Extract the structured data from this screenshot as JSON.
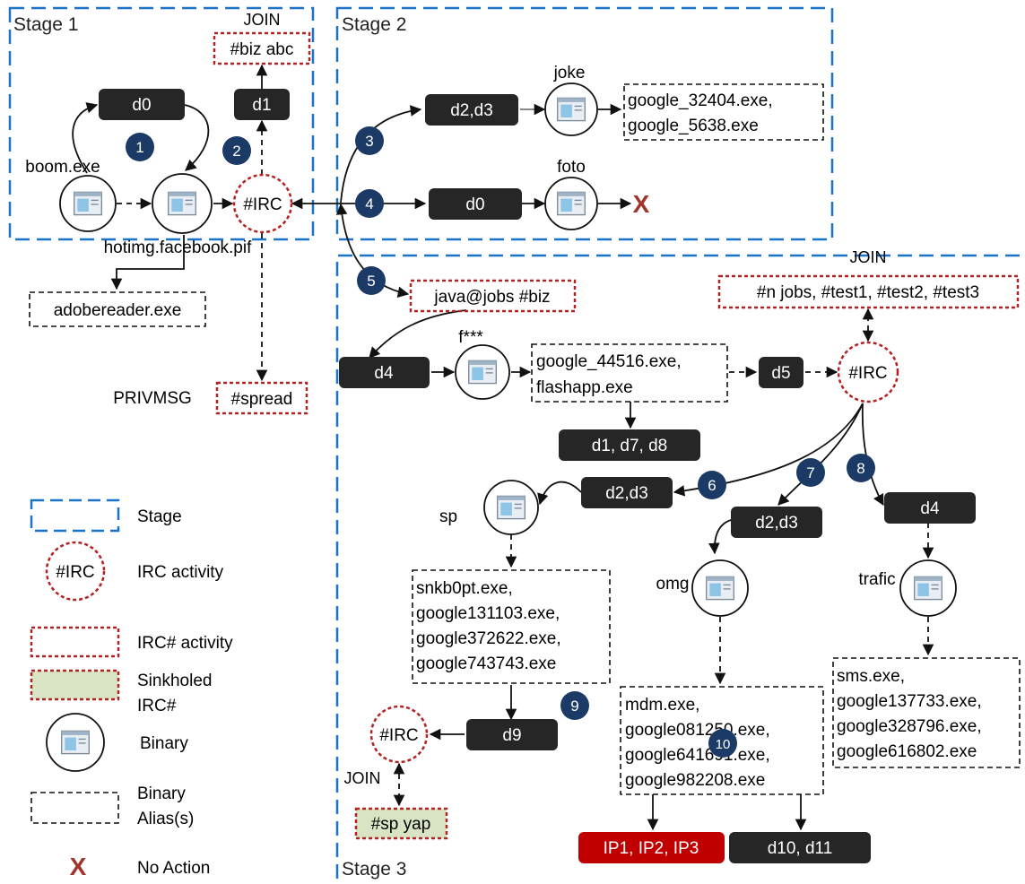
{
  "stages": {
    "stage1": "Stage 1",
    "stage2": "Stage 2",
    "stage3": "Stage 3"
  },
  "labels": {
    "join_a": "JOIN",
    "join_b": "JOIN",
    "join_c": "JOIN",
    "privmsg": "PRIVMSG",
    "boom": "boom.exe",
    "hotimg": "hotimg.facebook.pif",
    "joke": "joke",
    "foto": "foto",
    "fstar": "f***",
    "sp": "sp",
    "omg": "omg",
    "trafic": "trafic"
  },
  "domains": {
    "d0_s1": "d0",
    "d1_s1": "d1",
    "d23_s2": "d2,d3",
    "d0_s2": "d0",
    "d4_s3": "d4",
    "d5": "d5",
    "d178": "d1, d7, d8",
    "d23_a": "d2,d3",
    "d23_b": "d2,d3",
    "d4_b": "d4",
    "d9": "d9",
    "d1011": "d10, d11",
    "ips": "IP1, IP2, IP3"
  },
  "channels": {
    "biz_abc": "#biz abc",
    "spread": "#spread",
    "java_jobs": "java@jobs #biz",
    "n_jobs": "#n jobs, #test1, #test2, #test3",
    "sp_yap": "#sp yap"
  },
  "irc_nodes": {
    "irc1": "#IRC",
    "irc2": "#IRC",
    "irc3": "#IRC"
  },
  "aliases": {
    "adobe": [
      "adobereader.exe"
    ],
    "joke_files": [
      "google_32404.exe,",
      "google_5638.exe"
    ],
    "fstar_files": [
      "google_44516.exe,",
      "flashapp.exe"
    ],
    "sp_files": [
      "snkb0pt.exe,",
      "google131103.exe,",
      "google372622.exe,",
      "google743743.exe"
    ],
    "omg_files": [
      "mdm.exe,",
      "google081250.exe,",
      "google641691.exe,",
      "google982208.exe"
    ],
    "trafic_files": [
      "sms.exe,",
      "google137733.exe,",
      "google328796.exe,",
      "google616802.exe"
    ]
  },
  "steps": [
    "1",
    "2",
    "3",
    "4",
    "5",
    "6",
    "7",
    "8",
    "9",
    "10"
  ],
  "no_action": "X",
  "legend": {
    "stage": "Stage",
    "irc_sample": "#IRC",
    "irc_activity": "IRC activity",
    "irchash_activity": "IRC# activity",
    "sinkholed": [
      "Sinkholed",
      "IRC#"
    ],
    "binary": "Binary",
    "alias": [
      "Binary",
      "Alias(s)"
    ],
    "x_symbol": "X",
    "no_action": "No Action"
  },
  "colors": {
    "stage_border": "#1a73c9",
    "irc_red": "#b22222",
    "dark_box": "#262626",
    "step_circle": "#1c3a66",
    "sinkhole_fill": "#d9e4c4",
    "ip_fill": "#c00000",
    "x_color": "#a0352b"
  }
}
